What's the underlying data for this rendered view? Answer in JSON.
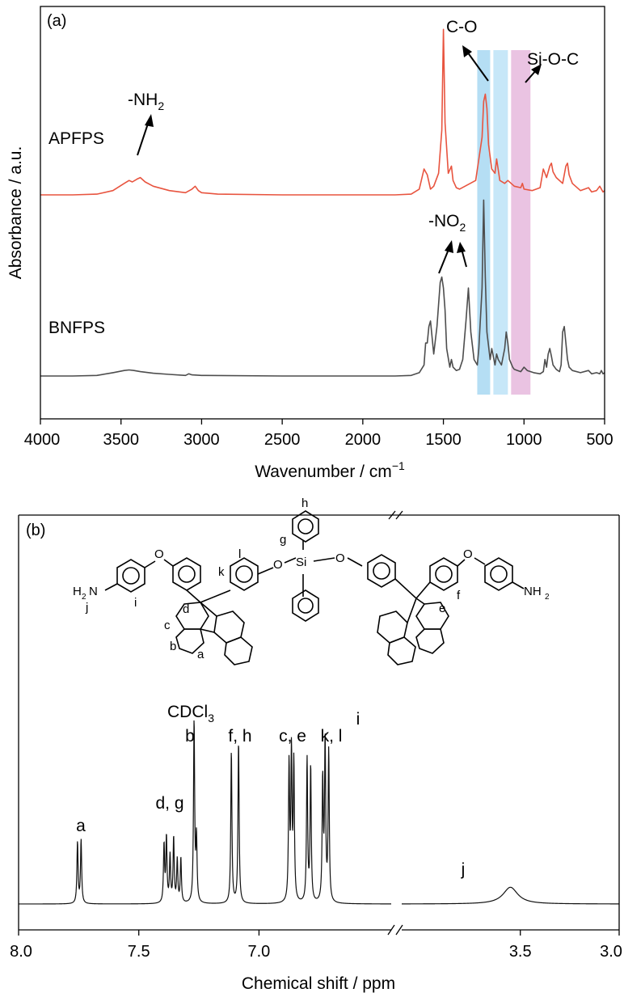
{
  "chart_data": [
    {
      "panel_label": "(a)",
      "type": "line",
      "xlabel": "Wavenumber / cm",
      "xlabel_sup": "−1",
      "ylabel": "Absorbance / a.u.",
      "xlim": [
        4000,
        500
      ],
      "x_reversed": true,
      "x_ticks": [
        4000,
        3500,
        3000,
        2500,
        2000,
        1500,
        1000,
        500
      ],
      "y_ticks_shown": false,
      "legend": "none",
      "series": [
        {
          "name": "APFPS",
          "color": "#e8543f",
          "x": [
            4000,
            3800,
            3650,
            3550,
            3480,
            3450,
            3430,
            3400,
            3380,
            3350,
            3300,
            3200,
            3100,
            3060,
            3040,
            3020,
            3000,
            2900,
            2500,
            2000,
            1800,
            1700,
            1650,
            1620,
            1600,
            1580,
            1560,
            1530,
            1510,
            1500,
            1490,
            1470,
            1450,
            1440,
            1420,
            1400,
            1300,
            1260,
            1250,
            1240,
            1230,
            1220,
            1200,
            1180,
            1170,
            1150,
            1120,
            1100,
            1060,
            1020,
            1010,
            1000,
            950,
            900,
            880,
            860,
            840,
            830,
            820,
            800,
            760,
            740,
            730,
            720,
            700,
            650,
            600,
            580,
            550,
            530,
            510,
            500
          ],
          "y": [
            0,
            0,
            0.5,
            3,
            8,
            10,
            9,
            11,
            12,
            9,
            6,
            3,
            1.5,
            4,
            6,
            3,
            1.5,
            0.5,
            0,
            0,
            0,
            0.5,
            4,
            18,
            14,
            4,
            6,
            15,
            45,
            115,
            50,
            15,
            20,
            10,
            5,
            4,
            10,
            40,
            65,
            70,
            60,
            35,
            18,
            15,
            25,
            10,
            8,
            10,
            6,
            5,
            8,
            4,
            3,
            5,
            18,
            12,
            20,
            22,
            16,
            12,
            8,
            20,
            22,
            14,
            8,
            3,
            5,
            2,
            3,
            6,
            2,
            3
          ]
        },
        {
          "name": "BNFPS",
          "color": "#4d4d4d",
          "x": [
            4000,
            3800,
            3650,
            3550,
            3480,
            3450,
            3420,
            3380,
            3300,
            3200,
            3100,
            3080,
            3060,
            3000,
            2500,
            2000,
            1800,
            1700,
            1650,
            1620,
            1610,
            1600,
            1590,
            1580,
            1560,
            1540,
            1520,
            1510,
            1500,
            1490,
            1480,
            1460,
            1450,
            1440,
            1420,
            1400,
            1380,
            1360,
            1345,
            1330,
            1310,
            1290,
            1280,
            1260,
            1250,
            1240,
            1230,
            1210,
            1200,
            1180,
            1170,
            1160,
            1140,
            1120,
            1110,
            1100,
            1090,
            1070,
            1060,
            1040,
            1020,
            1000,
            980,
            940,
            900,
            880,
            870,
            860,
            850,
            840,
            830,
            820,
            800,
            780,
            770,
            760,
            750,
            740,
            730,
            720,
            700,
            650,
            600,
            580,
            550,
            530,
            520,
            510,
            500
          ],
          "y": [
            0,
            0,
            0.5,
            3,
            5,
            5.5,
            5,
            4,
            2.5,
            1.5,
            0.5,
            2,
            1,
            0.5,
            0,
            0,
            0,
            0.5,
            3,
            10,
            30,
            30,
            45,
            50,
            20,
            45,
            85,
            90,
            80,
            60,
            25,
            8,
            15,
            8,
            5,
            6,
            15,
            50,
            80,
            40,
            15,
            10,
            25,
            80,
            160,
            90,
            40,
            15,
            25,
            10,
            20,
            15,
            10,
            25,
            40,
            30,
            15,
            8,
            6,
            5,
            4,
            8,
            5,
            3,
            2,
            4,
            15,
            8,
            20,
            25,
            18,
            10,
            6,
            4,
            10,
            40,
            45,
            30,
            15,
            8,
            5,
            3,
            5,
            2,
            3,
            2,
            5,
            2,
            3
          ]
        }
      ],
      "annotations": [
        {
          "text": "-NH",
          "sub": "2"
        },
        {
          "text": "C-O"
        },
        {
          "text": "Si-O-C"
        },
        {
          "text": "-NO",
          "sub": "2"
        }
      ],
      "shaded_bands": [
        {
          "x0": 1290,
          "x1": 1210,
          "color": "#a8d8f2"
        },
        {
          "x0": 1190,
          "x1": 1100,
          "color": "#bde3f7"
        },
        {
          "x0": 1080,
          "x1": 960,
          "color": "#e6b8dd"
        }
      ]
    },
    {
      "panel_label": "(b)",
      "type": "line",
      "xlabel": "Chemical shift / ppm",
      "x_reversed": true,
      "x_broken_axis": true,
      "segments": [
        {
          "xlim": [
            8.0,
            6.45
          ]
        },
        {
          "xlim": [
            4.1,
            3.0
          ]
        }
      ],
      "x_tick_labels": [
        "8.0",
        "7.5",
        "7.0",
        "3.5",
        "3.0"
      ],
      "x_ticks": [
        8.0,
        7.5,
        7.0,
        3.5,
        3.0
      ],
      "y_ticks_shown": false,
      "series": [
        {
          "name": "",
          "color": "#111111",
          "peaks_ppm": [
            {
              "x": 7.755,
              "y": 0.33
            },
            {
              "x": 7.74,
              "y": 0.34
            },
            {
              "x": 7.395,
              "y": 0.31
            },
            {
              "x": 7.385,
              "y": 0.35
            },
            {
              "x": 7.37,
              "y": 0.25
            },
            {
              "x": 7.355,
              "y": 0.35
            },
            {
              "x": 7.34,
              "y": 0.23
            },
            {
              "x": 7.325,
              "y": 0.24
            },
            {
              "x": 7.27,
              "y": 0.98
            },
            {
              "x": 7.26,
              "y": 0.34
            },
            {
              "x": 7.115,
              "y": 0.82
            },
            {
              "x": 7.085,
              "y": 0.87
            },
            {
              "x": 6.875,
              "y": 0.73
            },
            {
              "x": 6.865,
              "y": 0.79
            },
            {
              "x": 6.855,
              "y": 0.74
            },
            {
              "x": 6.8,
              "y": 0.77
            },
            {
              "x": 6.785,
              "y": 0.73
            },
            {
              "x": 6.735,
              "y": 0.65
            },
            {
              "x": 6.725,
              "y": 0.86
            },
            {
              "x": 6.71,
              "y": 0.81
            }
          ],
          "broad_peaks_ppm": [
            {
              "x": 3.55,
              "y": 0.09,
              "width": 0.045
            }
          ]
        }
      ],
      "peak_labels": [
        {
          "text": "a"
        },
        {
          "text": "d, g"
        },
        {
          "text": "CDCl",
          "sub": "3"
        },
        {
          "text": "b"
        },
        {
          "text": "f, h"
        },
        {
          "text": "c, e"
        },
        {
          "text": "k, l"
        },
        {
          "text": "i"
        },
        {
          "text": "j"
        }
      ],
      "structure_labels": [
        "H",
        "2",
        "N",
        "j",
        "i",
        "O",
        "d",
        "c",
        "b",
        "a",
        "k",
        "l",
        "O",
        "g",
        "h",
        "Si",
        "O",
        "e",
        "f",
        "O",
        "NH",
        "2"
      ]
    }
  ]
}
